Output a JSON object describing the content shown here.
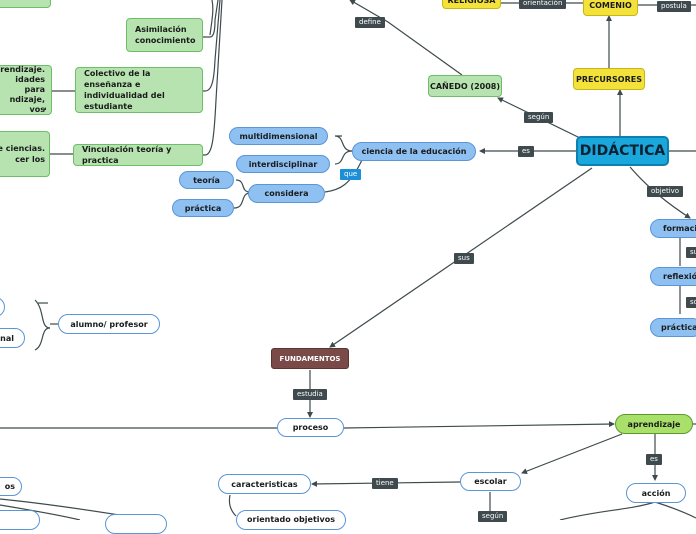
{
  "root": "DIDÁCTICA",
  "nodes": {
    "religiosa": "RELIGIOSA",
    "comenio": "COMENIO",
    "precursores": "PRECURSORES",
    "canedo": "CAÑEDO (2008)",
    "asimilacion": "Asimilación conocimiento",
    "colectivo": "Colectivo de la enseñanza e individualidad del estudiante",
    "vinculacion": "Vinculación teoría y practica",
    "partial_top": "prendizaje. idades para ndizaje, vos",
    "partial_mid": "e ciencias. cer los",
    "multidimensional": "multidimensional",
    "interdisciplinar": "interdisciplinar",
    "ciencia": "ciencia de la educación",
    "teoria": "teoría",
    "considera": "considera",
    "practica_left": "práctica",
    "alumno": "alumno/ profesor",
    "nal": "nal",
    "fundamentos": "FUNDAMENTOS",
    "proceso": "proceso",
    "aprendizaje": "aprendizaje",
    "accion": "acción",
    "escolar": "escolar",
    "caracteristicas": "caracteristicas",
    "orientado": "orientado objetivos",
    "os": "os",
    "formacion": "formación",
    "reflexion": "reflexión",
    "practica_right": "práctica"
  },
  "links": {
    "orientacion": "orientación",
    "postula": "postula",
    "define": "define",
    "segun": "según",
    "es_ciencia": "es",
    "que": "que",
    "objetivo": "objetivo",
    "su": "su",
    "so": "so",
    "sus": "sus",
    "estudia": "estudia",
    "es_accion": "es",
    "tiene": "tiene",
    "segun_bottom": "según"
  }
}
